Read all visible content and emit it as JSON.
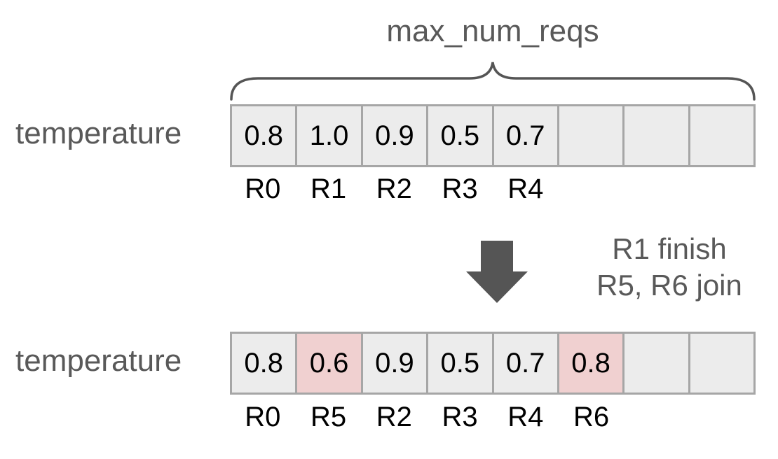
{
  "diagram": {
    "title": "max_num_reqs",
    "row_label": "temperature",
    "transition": {
      "line1": "R1 finish",
      "line2": "R5, R6 join"
    },
    "before": {
      "cells": [
        {
          "value": "0.8",
          "highlight": false
        },
        {
          "value": "1.0",
          "highlight": false
        },
        {
          "value": "0.9",
          "highlight": false
        },
        {
          "value": "0.5",
          "highlight": false
        },
        {
          "value": "0.7",
          "highlight": false
        },
        {
          "value": "",
          "highlight": false
        },
        {
          "value": "",
          "highlight": false
        },
        {
          "value": "",
          "highlight": false
        }
      ],
      "request_labels": [
        "R0",
        "R1",
        "R2",
        "R3",
        "R4"
      ]
    },
    "after": {
      "cells": [
        {
          "value": "0.8",
          "highlight": false
        },
        {
          "value": "0.6",
          "highlight": true
        },
        {
          "value": "0.9",
          "highlight": false
        },
        {
          "value": "0.5",
          "highlight": false
        },
        {
          "value": "0.7",
          "highlight": false
        },
        {
          "value": "0.8",
          "highlight": true
        },
        {
          "value": "",
          "highlight": false
        },
        {
          "value": "",
          "highlight": false
        }
      ],
      "request_labels": [
        "R0",
        "R5",
        "R2",
        "R3",
        "R4",
        "R6"
      ]
    },
    "colors": {
      "text_gray": "#595959",
      "arrow_gray": "#555555",
      "cell_fill": "#ececec",
      "cell_highlight": "#f0d0d0",
      "cell_border": "#a6a6a6",
      "value_text": "#000000"
    }
  }
}
